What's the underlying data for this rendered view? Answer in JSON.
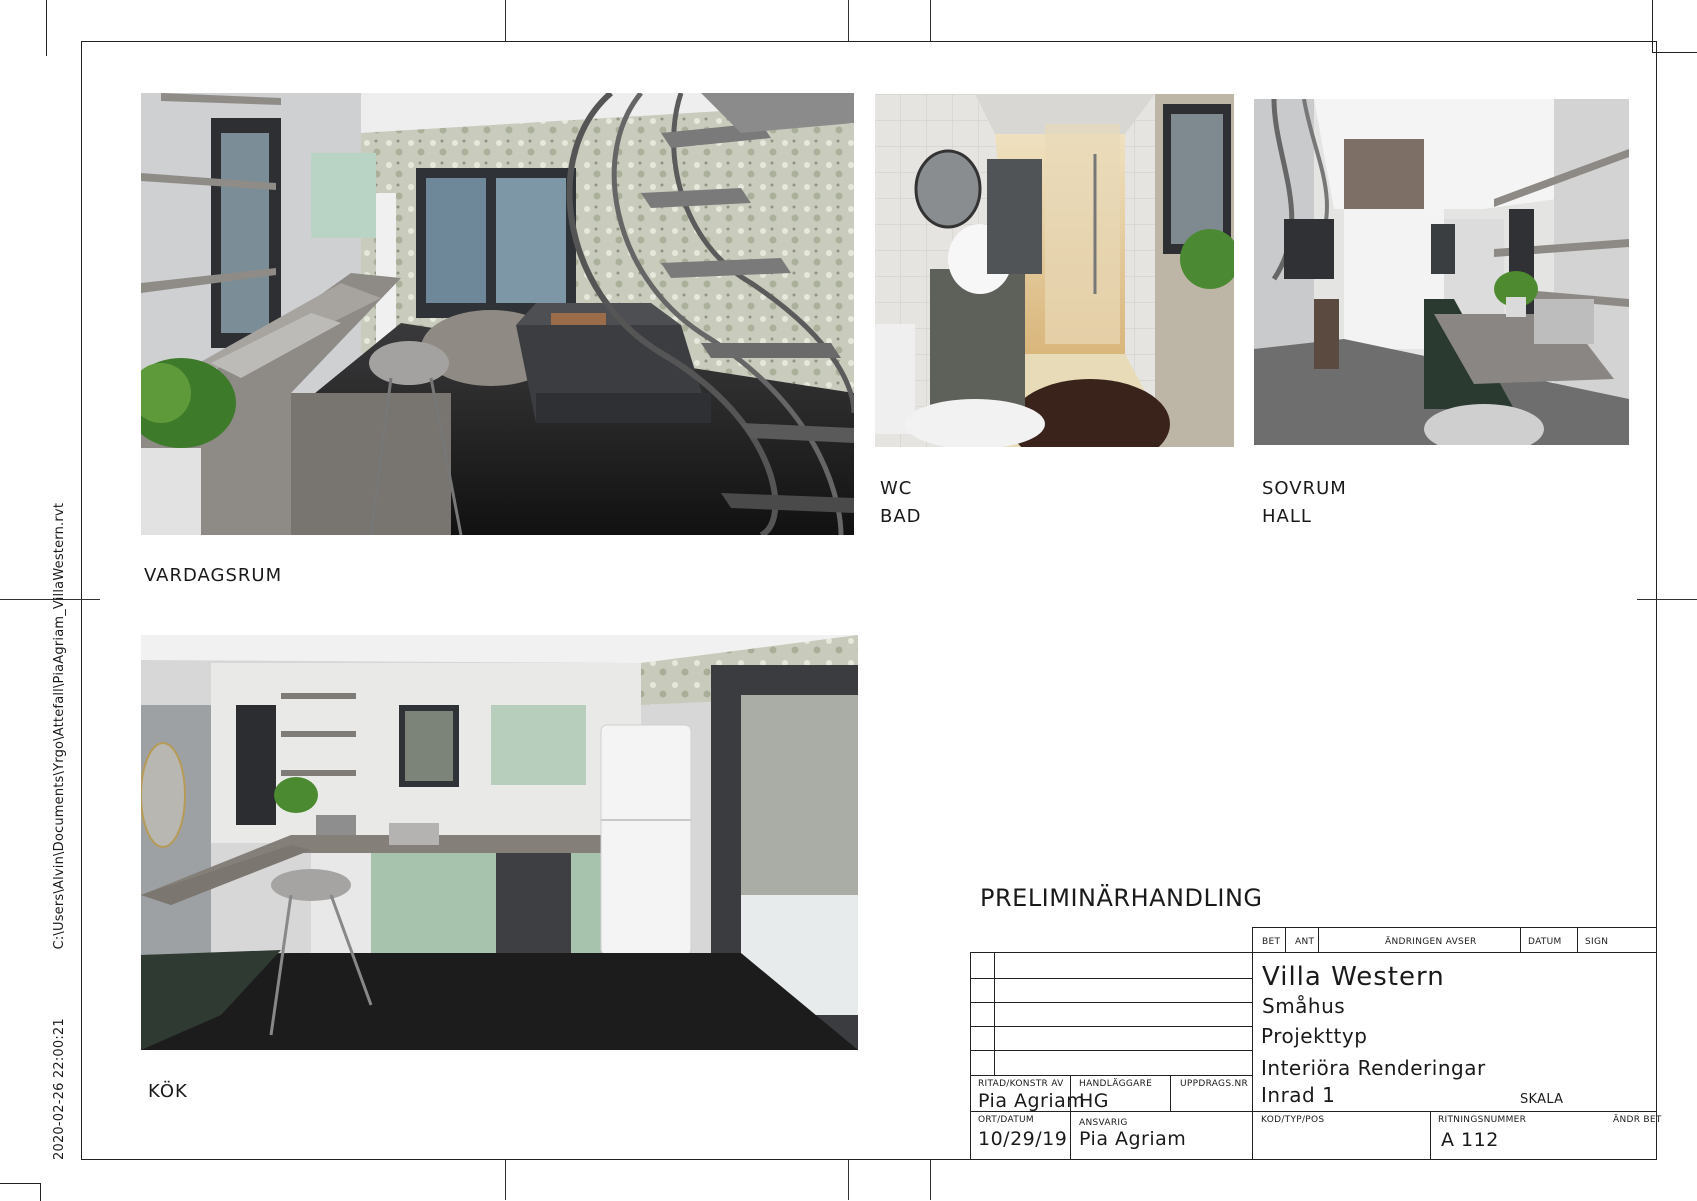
{
  "side_text": {
    "timestamp": "2020-02-26 22:00:21",
    "file_path": "C:\\Users\\Alvin\\Documents\\Yrgo\\Attefall\\PiaAgriam_VillaWestern.rvt"
  },
  "views": {
    "vardagsrum": "VARDAGSRUM",
    "wc": "WC",
    "bad": "BAD",
    "sovrum": "SOVRUM",
    "hall": "HALL",
    "kok": "KÖK"
  },
  "status": "PRELIMINÄRHANDLING",
  "revision_header": {
    "bet": "BET",
    "ant": "ANT",
    "andringen_avser": "ÄNDRINGEN AVSER",
    "datum": "DATUM",
    "sign": "SIGN"
  },
  "title_block": {
    "project_name": "Villa Western",
    "building_type": "Småhus",
    "project_type": "Projekttyp",
    "drawing_title": "Interiöra Renderingar",
    "drawing_subtitle": "Inrad 1",
    "scale_label": "SKALA",
    "ritad_label": "RITAD/KONSTR AV",
    "ritad_value": "Pia Agriam",
    "handlaggare_label": "HANDLÄGGARE",
    "handlaggare_value": "HG",
    "uppdragsnr_label": "UPPDRAGS.NR",
    "ort_datum_label": "ORT/DATUM",
    "ort_datum_value": "10/29/19",
    "ansvarig_label": "ANSVARIG",
    "ansvarig_value": "Pia Agriam",
    "kod_label": "KOD/TYP/POS",
    "ritningsnummer_label": "RITNINGSNUMMER",
    "ritningsnummer_value": "A 112",
    "andr_bet_label": "ÄNDR BET"
  }
}
